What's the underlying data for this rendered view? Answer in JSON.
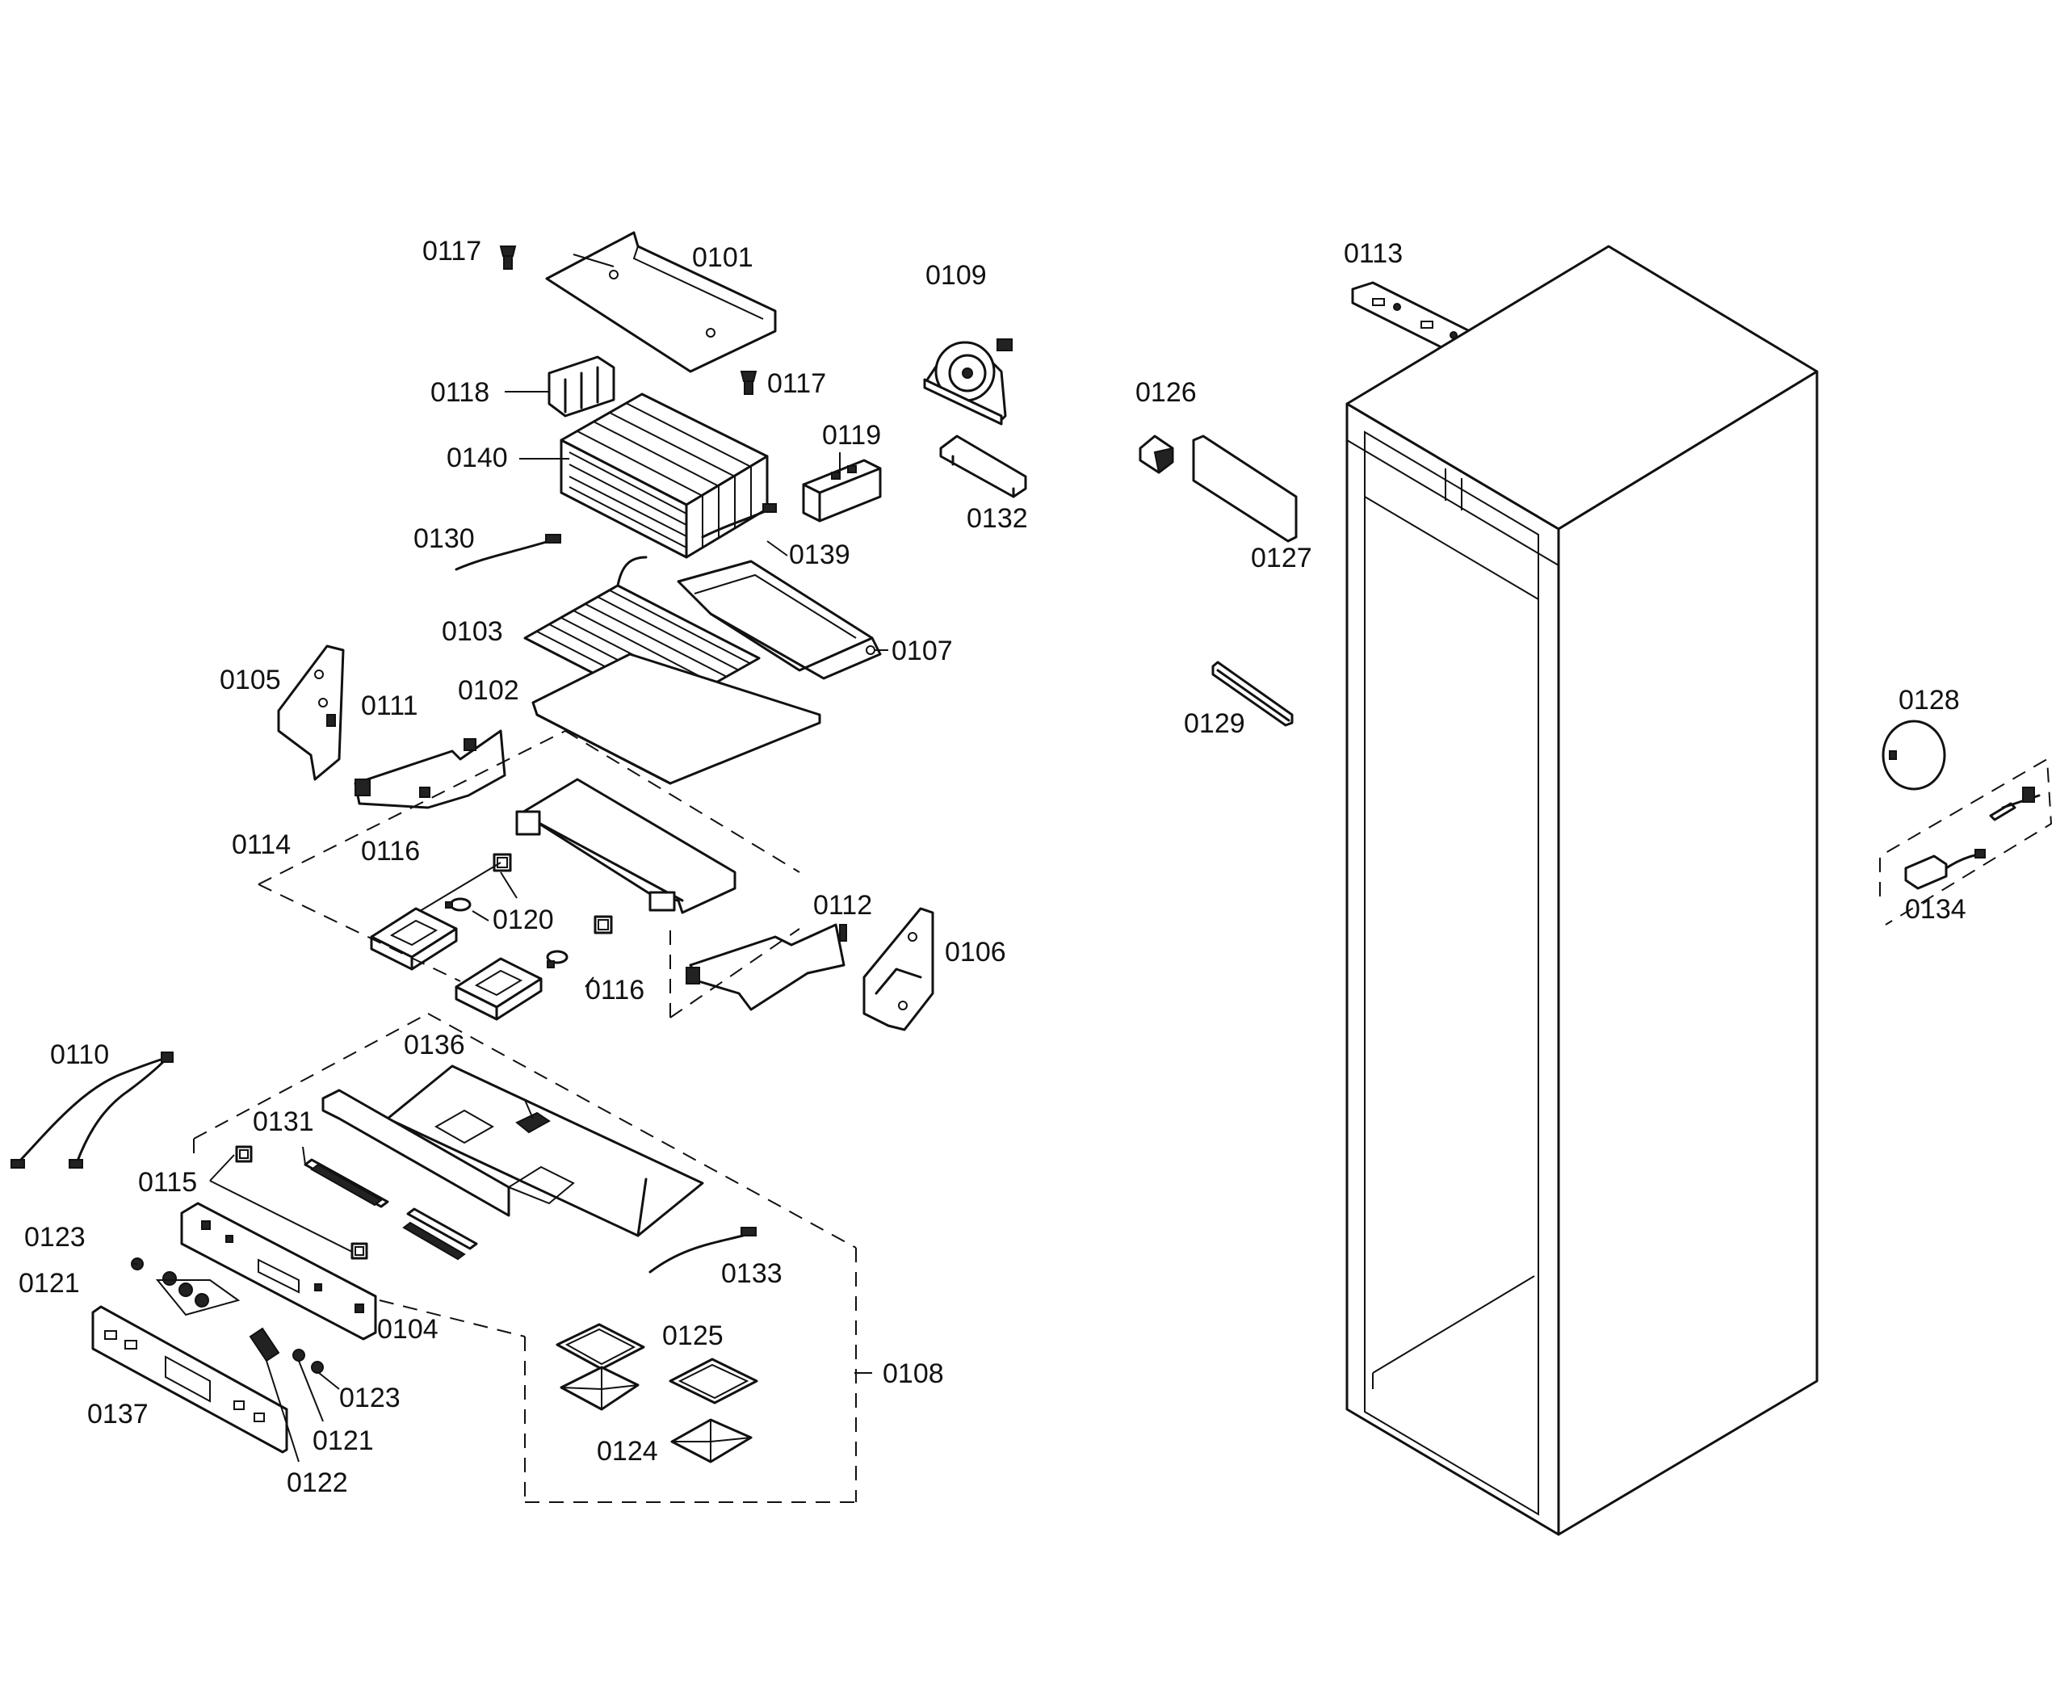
{
  "labels": {
    "p0101": "0101",
    "p0102": "0102",
    "p0103": "0103",
    "p0104": "0104",
    "p0105": "0105",
    "p0106": "0106",
    "p0107": "0107",
    "p0108": "0108",
    "p0109": "0109",
    "p0110": "0110",
    "p0111": "0111",
    "p0112": "0112",
    "p0113": "0113",
    "p0114": "0114",
    "p0115": "0115",
    "p0116": "0116",
    "p0117": "0117",
    "p0118": "0118",
    "p0119": "0119",
    "p0120": "0120",
    "p0121": "0121",
    "p0122": "0122",
    "p0123": "0123",
    "p0124": "0124",
    "p0125": "0125",
    "p0126": "0126",
    "p0127": "0127",
    "p0128": "0128",
    "p0129": "0129",
    "p0130": "0130",
    "p0131": "0131",
    "p0132": "0132",
    "p0133": "0133",
    "p0134": "0134",
    "p0136": "0136",
    "p0137": "0137",
    "p0139": "0139",
    "p0140": "0140"
  }
}
